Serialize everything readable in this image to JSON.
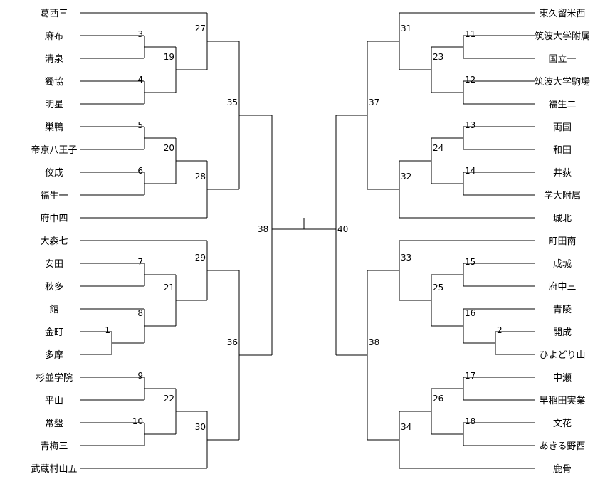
{
  "left_teams": [
    "葛西三",
    "麻布",
    "清泉",
    "獨協",
    "明星",
    "巣鴨",
    "帝京八王子",
    "佼成",
    "福生一",
    "府中四",
    "大森七",
    "安田",
    "秋多",
    "館",
    "金町",
    "多摩",
    "杉並学院",
    "平山",
    "常盤",
    "青梅三",
    "武蔵村山五"
  ],
  "right_teams": [
    "東久留米西",
    "筑波大学附属",
    "国立一",
    "筑波大学駒場",
    "福生二",
    "両国",
    "和田",
    "井荻",
    "学大附属",
    "城北",
    "町田南",
    "成城",
    "府中三",
    "青陵",
    "開成",
    "ひよどり山",
    "中瀬",
    "早稲田実業",
    "文花",
    "あきる野西",
    "鹿骨"
  ],
  "left_matches": [
    {
      "id": "L1",
      "label": "1",
      "a": "14",
      "b": "15"
    },
    {
      "id": "L3",
      "label": "3",
      "a": "1",
      "b": "2"
    },
    {
      "id": "L4",
      "label": "4",
      "a": "3",
      "b": "4"
    },
    {
      "id": "L5",
      "label": "5",
      "a": "5",
      "b": "6"
    },
    {
      "id": "L6",
      "label": "6",
      "a": "7",
      "b": "8"
    },
    {
      "id": "L7",
      "label": "7",
      "a": "11",
      "b": "12"
    },
    {
      "id": "L8",
      "label": "8",
      "a": "13",
      "b": "L1"
    },
    {
      "id": "L9",
      "label": "9",
      "a": "16",
      "b": "17"
    },
    {
      "id": "L10",
      "label": "10",
      "a": "18",
      "b": "19"
    },
    {
      "id": "L19",
      "label": "19",
      "a": "L3",
      "b": "L4"
    },
    {
      "id": "L20",
      "label": "20",
      "a": "L5",
      "b": "L6"
    },
    {
      "id": "L21",
      "label": "21",
      "a": "L7",
      "b": "L8"
    },
    {
      "id": "L22",
      "label": "22",
      "a": "L9",
      "b": "L10"
    },
    {
      "id": "L27",
      "label": "27",
      "a": "0",
      "b": "L19"
    },
    {
      "id": "L28",
      "label": "28",
      "a": "L20",
      "b": "9"
    },
    {
      "id": "L29",
      "label": "29",
      "a": "10",
      "b": "L21"
    },
    {
      "id": "L30",
      "label": "30",
      "a": "L22",
      "b": "20"
    },
    {
      "id": "L35",
      "label": "35",
      "a": "L27",
      "b": "L28"
    },
    {
      "id": "L36",
      "label": "36",
      "a": "L29",
      "b": "L30"
    },
    {
      "id": "L38",
      "label": "38",
      "a": "L35",
      "b": "L36"
    }
  ],
  "right_matches": [
    {
      "id": "R2",
      "label": "2",
      "a": "14",
      "b": "15"
    },
    {
      "id": "R11",
      "label": "11",
      "a": "1",
      "b": "2"
    },
    {
      "id": "R12",
      "label": "12",
      "a": "3",
      "b": "4"
    },
    {
      "id": "R13",
      "label": "13",
      "a": "5",
      "b": "6"
    },
    {
      "id": "R14",
      "label": "14",
      "a": "7",
      "b": "8"
    },
    {
      "id": "R15",
      "label": "15",
      "a": "11",
      "b": "12"
    },
    {
      "id": "R16",
      "label": "16",
      "a": "13",
      "b": "R2"
    },
    {
      "id": "R17",
      "label": "17",
      "a": "16",
      "b": "17"
    },
    {
      "id": "R18",
      "label": "18",
      "a": "18",
      "b": "19"
    },
    {
      "id": "R23",
      "label": "23",
      "a": "R11",
      "b": "R12"
    },
    {
      "id": "R24",
      "label": "24",
      "a": "R13",
      "b": "R14"
    },
    {
      "id": "R25",
      "label": "25",
      "a": "R15",
      "b": "R16"
    },
    {
      "id": "R26",
      "label": "26",
      "a": "R17",
      "b": "R18"
    },
    {
      "id": "R31",
      "label": "31",
      "a": "0",
      "b": "R23"
    },
    {
      "id": "R32",
      "label": "32",
      "a": "R24",
      "b": "9"
    },
    {
      "id": "R33",
      "label": "33",
      "a": "10",
      "b": "R25"
    },
    {
      "id": "R34",
      "label": "34",
      "a": "R26",
      "b": "20"
    },
    {
      "id": "R37",
      "label": "37",
      "a": "R31",
      "b": "R32"
    },
    {
      "id": "R38",
      "label": "38",
      "a": "R33",
      "b": "R34"
    },
    {
      "id": "R40",
      "label": "40",
      "a": "R37",
      "b": "R38"
    }
  ],
  "final": {
    "label_left": "38",
    "label_right": "40"
  }
}
